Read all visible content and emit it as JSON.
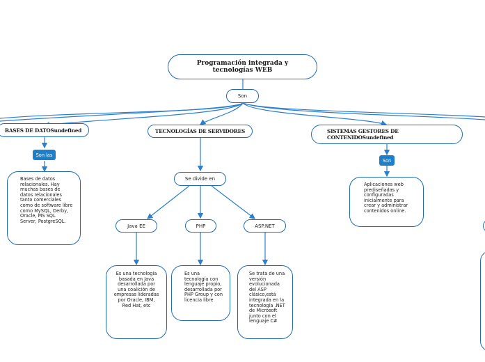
{
  "root": {
    "title": "Programación integrada y tecnologías WEB"
  },
  "connector_root": "Son",
  "branches": {
    "databases": {
      "title": "BASES DE DATOS",
      "title_suffix": "undefined",
      "link_label": "Son las",
      "description": "Bases de datos relacionales. Hay muchas bases de datos relacionales tanto comerciales como de software libre como MySQL, Derby, Oracle, MS SQL Server, PostgreSQL."
    },
    "servers": {
      "title": "TECNOLOGÍAS DE SERVIDORES",
      "connector": "Se divide en",
      "children": [
        {
          "name": "Java EE",
          "description": "Es una tecnología basada en Java desarrollada por una coalición de empresas lideradas por Oracle, IBM, Red Hat, etc"
        },
        {
          "name": "PHP",
          "description": "Es una tecnología con lenguaje propio, desarrollada por PHP Group y con licencia libre"
        },
        {
          "name": "ASP.NET",
          "description": "Se trata de una versión evolucionada del ASP clásico,está integrada en la tecnología .NET de Microsoft junto con el lenguaje C#"
        }
      ]
    },
    "cms": {
      "title": "SISTEMAS GESTORES DE CONTENIDOS",
      "title_suffix": "undefined",
      "link_label": "Son",
      "description": "Aplicaciones web prediseñadas y configuradas inicialmente para crear y administrar contenidos online."
    }
  },
  "colors": {
    "border": "#1f6bb5",
    "label_fill": "#1f7fc9",
    "arrow": "#2a7fd0"
  }
}
